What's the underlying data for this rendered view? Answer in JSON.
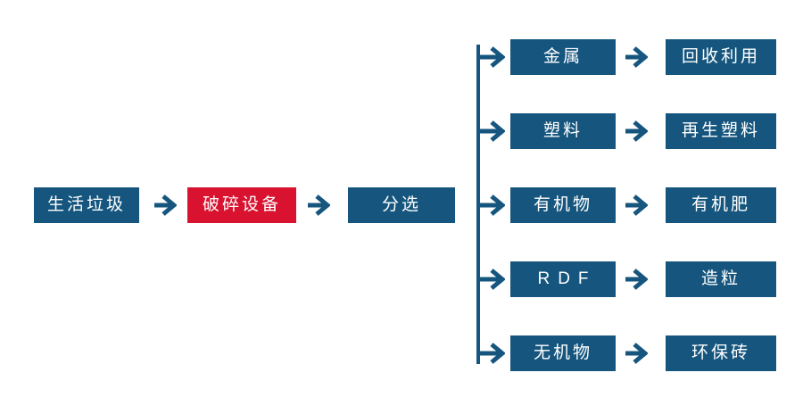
{
  "diagram": {
    "main_flow": [
      {
        "id": "household-waste",
        "label": "生活垃圾",
        "style": "blue"
      },
      {
        "id": "crushing-equipment",
        "label": "破碎设备",
        "style": "red"
      },
      {
        "id": "sorting",
        "label": "分选",
        "style": "blue"
      }
    ],
    "branches": [
      {
        "source": "金属",
        "target": "回收利用"
      },
      {
        "source": "塑料",
        "target": "再生塑料"
      },
      {
        "source": "有机物",
        "target": "有机肥"
      },
      {
        "source": "RDF",
        "target": "造粒"
      },
      {
        "source": "无机物",
        "target": "环保砖"
      }
    ]
  },
  "icons": {
    "arrow_right_icon": "→"
  },
  "colors": {
    "node_blue": "#16567E",
    "node_red": "#D8122F",
    "connector": "#16567E",
    "text": "#FFFFFF",
    "background": "#FFFFFF"
  }
}
